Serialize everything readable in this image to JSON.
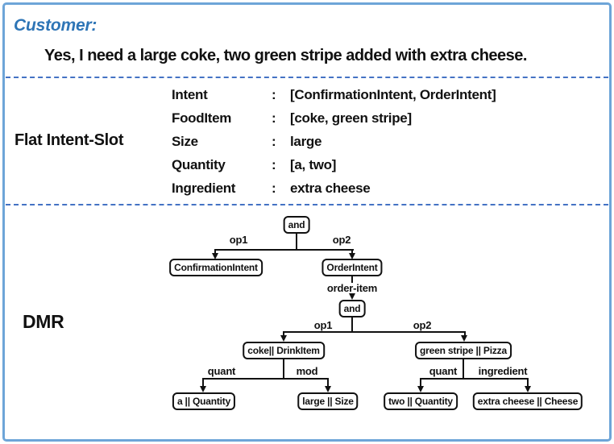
{
  "customer": {
    "label": "Customer:",
    "utterance": "Yes, I need a large coke, two green stripe added with extra cheese."
  },
  "flat_intent_slot": {
    "section_label": "Flat Intent-Slot",
    "colon": ":",
    "rows": [
      {
        "key": "Intent",
        "value": "[ConfirmationIntent, OrderIntent]"
      },
      {
        "key": "FoodItem",
        "value": "[coke, green stripe]"
      },
      {
        "key": "Size",
        "value": "large"
      },
      {
        "key": "Quantity",
        "value": "[a, two]"
      },
      {
        "key": "Ingredient",
        "value": "extra cheese"
      }
    ]
  },
  "dmr": {
    "section_label": "DMR",
    "nodes": {
      "root_and": "and",
      "confirmation_intent": "ConfirmationIntent",
      "order_intent": "OrderIntent",
      "order_item_and": "and",
      "coke_drinkitem": "coke|| DrinkItem",
      "green_stripe_pizza": "green stripe || Pizza",
      "a_quantity": "a || Quantity",
      "large_size": "large || Size",
      "two_quantity": "two || Quantity",
      "extra_cheese_cheese": "extra cheese || Cheese"
    },
    "edge_labels": {
      "root_op1": "op1",
      "root_op2": "op2",
      "order_item": "order-item",
      "and2_op1": "op1",
      "and2_op2": "op2",
      "coke_quant": "quant",
      "coke_mod": "mod",
      "pizza_quant": "quant",
      "pizza_ingredient": "ingredient"
    }
  },
  "colors": {
    "frame-blue": "#6ea5d8",
    "dash-blue": "#4472c4",
    "customer-blue": "#2e75b6",
    "ink": "#111111"
  }
}
